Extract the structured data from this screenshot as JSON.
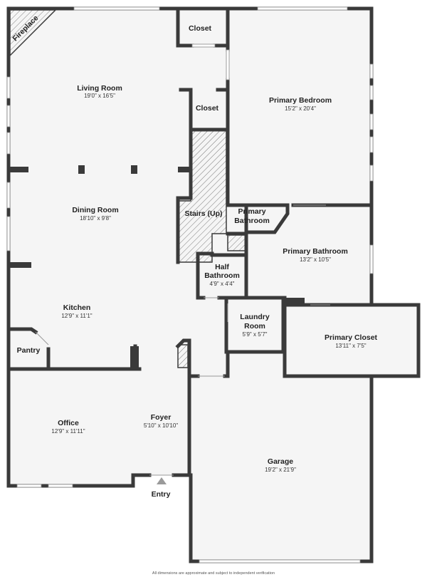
{
  "rooms": {
    "fireplace": {
      "name": "Fireplace"
    },
    "closet_top": {
      "name": "Closet"
    },
    "closet_mid": {
      "name": "Closet"
    },
    "living_room": {
      "name": "Living Room",
      "dim": "19'0\" x 16'5\""
    },
    "primary_bedroom": {
      "name": "Primary Bedroom",
      "dim": "15'2\" x 20'4\""
    },
    "dining_room": {
      "name": "Dining Room",
      "dim": "18'10\" x 9'8\""
    },
    "stairs": {
      "name": "Stairs (Up)"
    },
    "primary_bathroom_small": {
      "line1": "Primary",
      "line2": "Bathroom"
    },
    "primary_bathroom": {
      "name": "Primary Bathroom",
      "dim": "13'2\" x 10'5\""
    },
    "half_bathroom": {
      "line1": "Half",
      "line2": "Bathroom",
      "dim": "4'9\" x 4'4\""
    },
    "kitchen": {
      "name": "Kitchen",
      "dim": "12'9\" x 11'1\""
    },
    "laundry_room": {
      "line1": "Laundry",
      "line2": "Room",
      "dim": "5'9\" x 5'7\""
    },
    "primary_closet": {
      "name": "Primary Closet",
      "dim": "13'11\" x 7'5\""
    },
    "pantry": {
      "name": "Pantry"
    },
    "office": {
      "name": "Office",
      "dim": "12'9\" x 11'11\""
    },
    "foyer": {
      "name": "Foyer",
      "dim": "5'10\" x 10'10\""
    },
    "garage": {
      "name": "Garage",
      "dim": "19'2\" x 21'9\""
    },
    "entry": {
      "name": "Entry"
    }
  },
  "footnote": "All dimensions are approximate and subject to independent verification",
  "colors": {
    "wall": "#3a3a3a",
    "floor": "#f5f5f5",
    "window": "#ffffff",
    "entry_arrow": "#9a9a9a"
  }
}
